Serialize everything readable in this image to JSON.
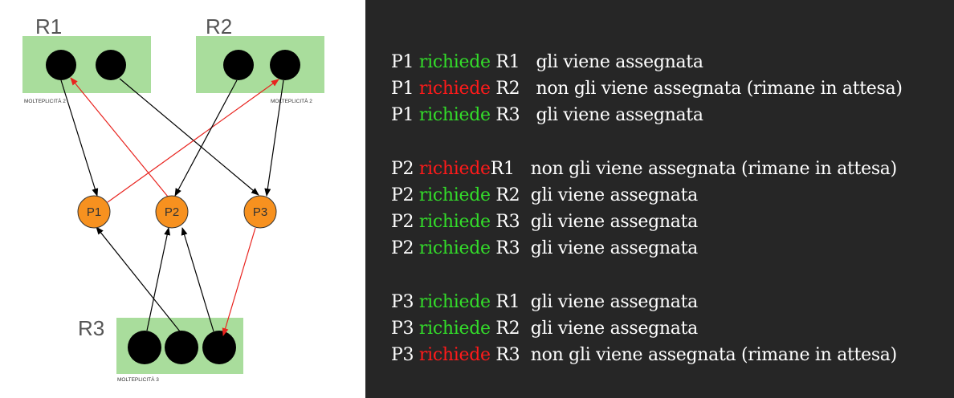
{
  "diagram": {
    "resources": [
      {
        "id": "R1",
        "label": "R1",
        "multiplicity": "MOLTEPLICITÀ 2"
      },
      {
        "id": "R2",
        "label": "R2",
        "multiplicity": "MOLTEPLICITÀ 2"
      },
      {
        "id": "R3",
        "label": "R3",
        "multiplicity": "MOLTEPLICITÀ 3"
      }
    ],
    "processes": [
      {
        "id": "P1",
        "label": "P1"
      },
      {
        "id": "P2",
        "label": "P2"
      },
      {
        "id": "P3",
        "label": "P3"
      }
    ],
    "colors": {
      "resource_box": "#a9dd9c",
      "instance": "#000000",
      "process_fill": "#f7911f",
      "assigned_edge": "#000000",
      "request_edge": "#e8231e"
    }
  },
  "requests": {
    "groups": [
      {
        "lines": [
          {
            "p": "P1",
            "verb": "richiede",
            "status": "granted",
            "r": "R1",
            "sep": "   ",
            "outcome": "gli viene assegnata"
          },
          {
            "p": "P1",
            "verb": "richiede",
            "status": "denied",
            "r": "R2",
            "sep": "   ",
            "outcome": "non gli viene assegnata (rimane in attesa)"
          },
          {
            "p": "P1",
            "verb": "richiede",
            "status": "granted",
            "r": "R3",
            "sep": "   ",
            "outcome": "gli viene assegnata"
          }
        ]
      },
      {
        "lines": [
          {
            "p": "P2",
            "verb": "richiede",
            "status": "denied",
            "r": "R1",
            "sep": "   ",
            "outcome": "non gli viene assegnata (rimane in attesa)"
          },
          {
            "p": "P2",
            "verb": "richiede",
            "status": "granted",
            "r": "R2",
            "sep": "  ",
            "outcome": "gli viene assegnata"
          },
          {
            "p": "P2",
            "verb": "richiede",
            "status": "granted",
            "r": "R3",
            "sep": "  ",
            "outcome": "gli viene assegnata"
          },
          {
            "p": "P2",
            "verb": "richiede",
            "status": "granted",
            "r": "R3",
            "sep": "  ",
            "outcome": "gli viene assegnata"
          }
        ]
      },
      {
        "lines": [
          {
            "p": "P3",
            "verb": "richiede",
            "status": "granted",
            "r": "R1",
            "sep": "  ",
            "outcome": "gli viene assegnata"
          },
          {
            "p": "P3",
            "verb": "richiede",
            "status": "granted",
            "r": "R2",
            "sep": "  ",
            "outcome": "gli viene assegnata"
          },
          {
            "p": "P3",
            "verb": "richiede",
            "status": "denied",
            "r": "R3",
            "sep": "  ",
            "outcome": "non gli viene assegnata (rimane in attesa)"
          }
        ]
      }
    ],
    "colors": {
      "granted": "#33dd2a",
      "denied": "#ff1a1a",
      "text": "#ffffff",
      "background": "#262626"
    }
  }
}
